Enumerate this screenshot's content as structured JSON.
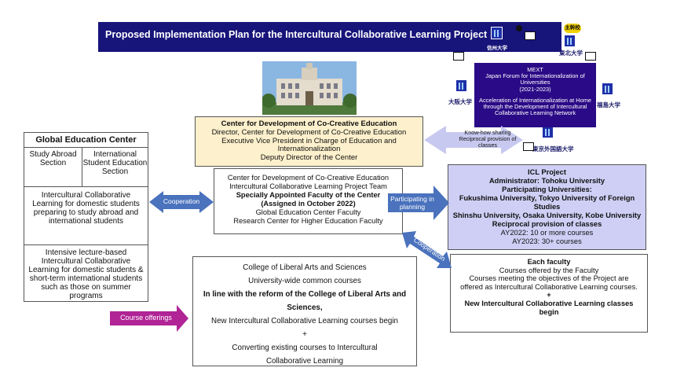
{
  "title": "Proposed Implementation Plan for the Intercultural Collaborative Learning Project",
  "lead_badge": "主幹校",
  "mext": {
    "lines": [
      "MEXT",
      "Japan Forum for Internationalization of Universities",
      "(2021-2023)",
      "",
      "Acceleration of Internationalization at Home through the Development of Intercultural Collaborative Learning Network"
    ]
  },
  "universities": {
    "tohoku": "東北大学",
    "shinshu": "信州大学",
    "osaka": "大阪大学",
    "fukushima": "福島大学",
    "tufs": "東京外国語大学"
  },
  "ccce": {
    "lines": [
      "Center for Development of Co-Creative Education",
      "Director, Center for Development of Co-Creative Education",
      "Executive Vice President in Charge of Education and Internationalization",
      "Deputy Director of the Center"
    ]
  },
  "gec": {
    "title": "Global Education Center",
    "study_abroad": "Study Abroad Section",
    "intl_student": "International Student Education Section",
    "icl_domestic": "Intercultural Collaborative Learning for domestic students preparing to study abroad and international students",
    "intensive": "Intensive lecture-based Intercultural Collaborative Learning for domestic students & short-term international students such as those on summer programs"
  },
  "team": {
    "lines": [
      "Center for Development of Co-Creative Education",
      "Intercultural Collaborative Learning Project Team",
      "Specially Appointed Faculty of the Center",
      "(Assigned in October 2022)",
      "Global Education Center Faculty",
      "Research Center for Higher Education Faculty"
    ]
  },
  "icl": {
    "lines": [
      "ICL Project",
      "Administrator: Tohoku University",
      "Participating Universities:",
      "Fukushima University, Tokyo University of Foreign Studies",
      "Shinshu University, Osaka University, Kobe University",
      "Reciprocal provision of classes",
      "AY2022: 10 or more courses",
      "AY2023: 30+ courses"
    ]
  },
  "liberal": {
    "lines": [
      "College of Liberal Arts and Sciences",
      "University-wide common courses",
      "In line with the reform of the College of Liberal Arts and Sciences,",
      "New Intercultural Collaborative Learning courses begin",
      "+",
      "Converting existing courses to Intercultural Collaborative Learning"
    ]
  },
  "faculty": {
    "lines": [
      "Each faculty",
      "Courses offered by the Faculty",
      "Courses meeting the objectives of the Project are offered as Intercultural Collaborative Learning courses.",
      "+",
      "New Intercultural Collaborative Learning classes begin"
    ]
  },
  "arrows": {
    "cooperation_left": "Cooperation",
    "participating": "Participating in planning",
    "cooperation_diag": "Cooperation",
    "course_offerings": "Course offerings",
    "knowhow": "Know-how sharing Reciprocal provision of classes"
  },
  "colors": {
    "banner": "#17147a",
    "mext": "#2a0a86",
    "ccce_fill": "#fdf0cc",
    "icl_fill": "#cfcff6",
    "arrow_blue": "#4a72bd",
    "arrow_pink": "#b02496",
    "knowhow_fill": "#c7c9f0"
  }
}
